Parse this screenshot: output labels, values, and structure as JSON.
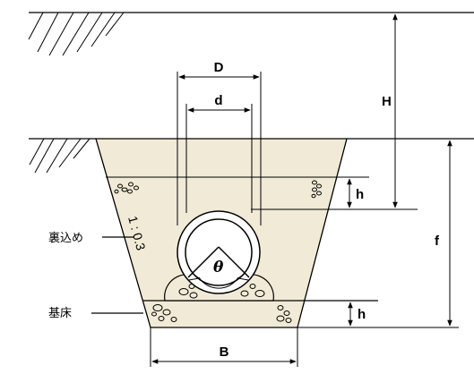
{
  "dimensions": {
    "D": "D",
    "d": "d",
    "H": "H",
    "h_upper": "h",
    "h_lower": "h",
    "f": "f",
    "B": "B",
    "theta": "θ"
  },
  "slope": "1 : 0.3",
  "labels": {
    "backfill": "裏込め",
    "bed": "基床"
  },
  "colors": {
    "concrete": "#f0ead6",
    "line": "#000000"
  }
}
